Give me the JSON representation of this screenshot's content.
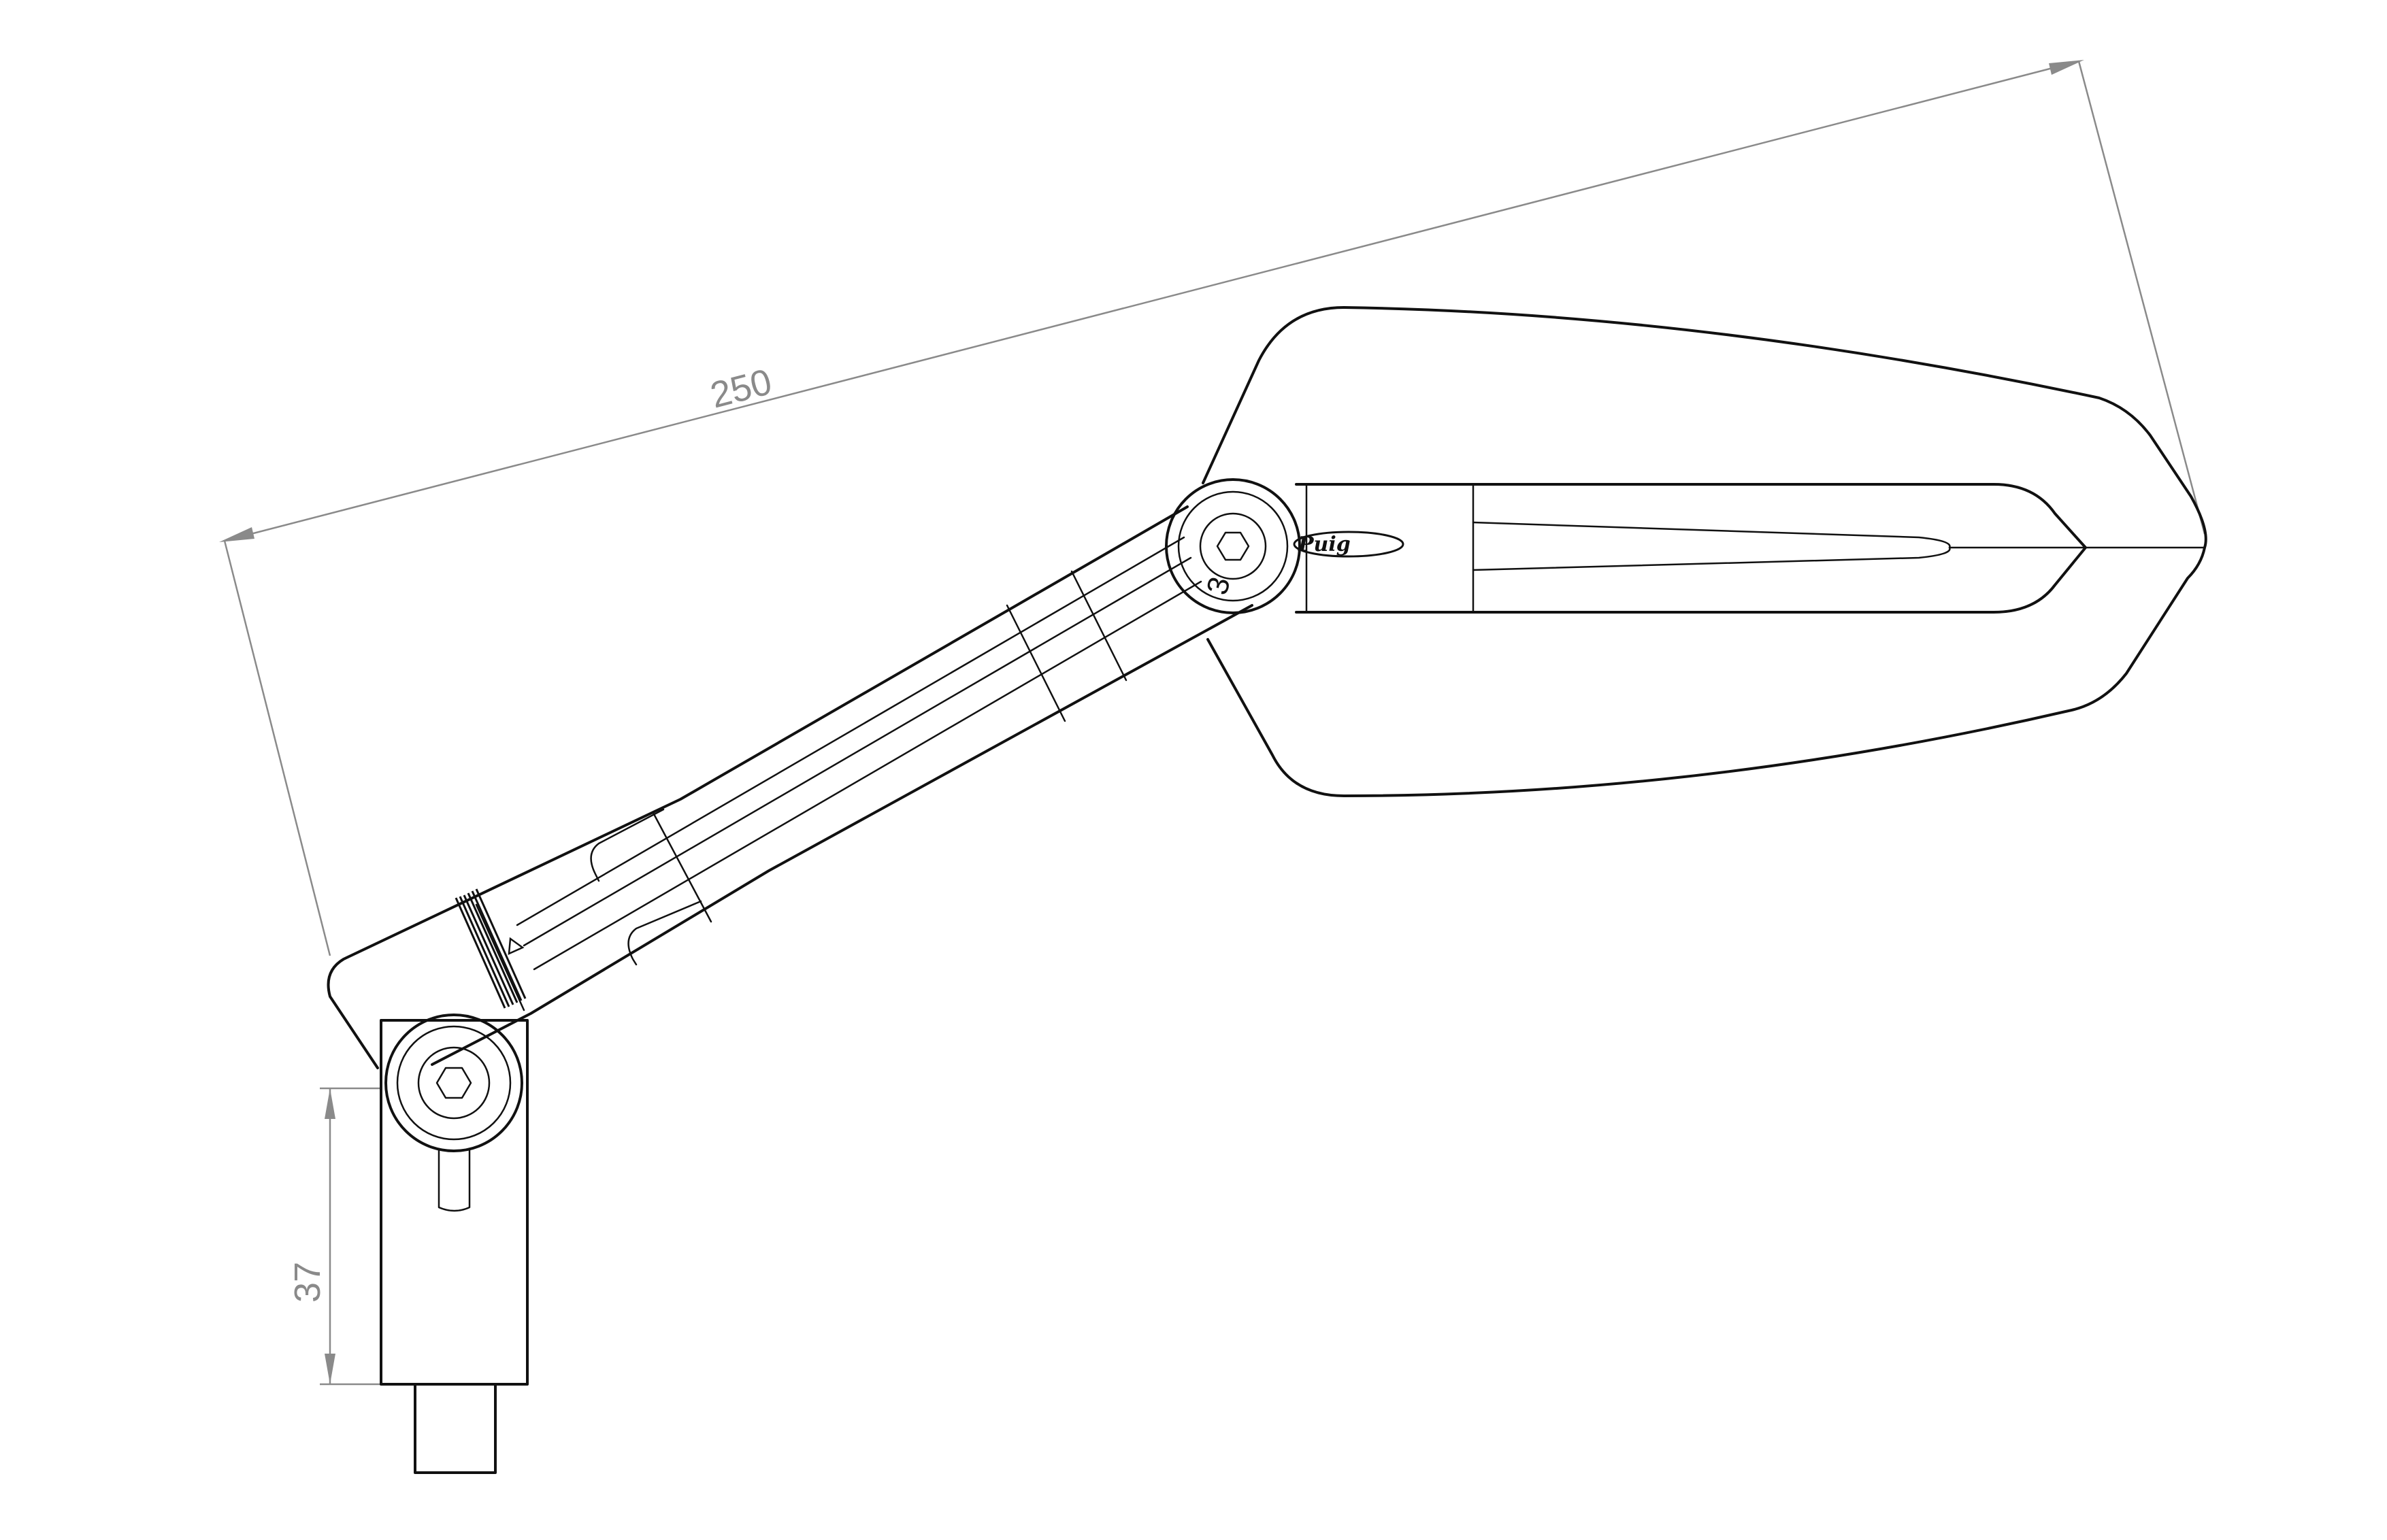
{
  "drawing": {
    "brand_logo": "Puig",
    "pivot_marking": "3",
    "dimensions": {
      "overall_length": "250",
      "mount_height": "37"
    },
    "colors": {
      "outline": "#111111",
      "dimension": "#8a8a8a",
      "background": "#ffffff"
    },
    "icons": [
      "hex-socket-bolt-icon",
      "hex-socket-bolt-icon",
      "triangle-marker-icon"
    ]
  }
}
